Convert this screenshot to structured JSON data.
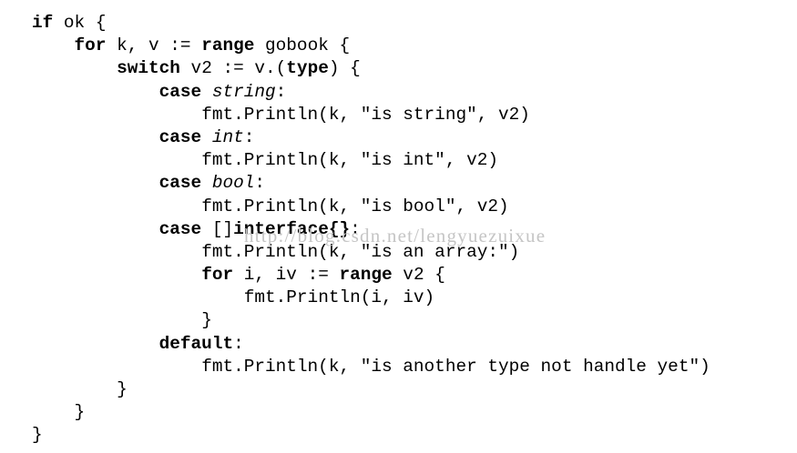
{
  "watermark": {
    "text": "http://blog.csdn.net/lengyuezuixue",
    "color": "#c5c5c5"
  },
  "code": {
    "language": "go",
    "colors": {
      "text": "#000000",
      "background": "#ffffff"
    },
    "lines": [
      {
        "indent": 0,
        "segments": [
          {
            "t": "if",
            "s": "b"
          },
          {
            "t": " ok {",
            "s": ""
          }
        ]
      },
      {
        "indent": 4,
        "segments": [
          {
            "t": "for",
            "s": "b"
          },
          {
            "t": " k, v := ",
            "s": ""
          },
          {
            "t": "range",
            "s": "b"
          },
          {
            "t": " gobook {",
            "s": ""
          }
        ]
      },
      {
        "indent": 8,
        "segments": [
          {
            "t": "switch",
            "s": "b"
          },
          {
            "t": " v2 := v.(",
            "s": ""
          },
          {
            "t": "type",
            "s": "b"
          },
          {
            "t": ") {",
            "s": ""
          }
        ]
      },
      {
        "indent": 12,
        "segments": [
          {
            "t": "case",
            "s": "b"
          },
          {
            "t": " ",
            "s": ""
          },
          {
            "t": "string",
            "s": "i"
          },
          {
            "t": ":",
            "s": ""
          }
        ]
      },
      {
        "indent": 16,
        "segments": [
          {
            "t": "fmt.Println(k, \"is string\", v2)",
            "s": ""
          }
        ]
      },
      {
        "indent": 12,
        "segments": [
          {
            "t": "case",
            "s": "b"
          },
          {
            "t": " ",
            "s": ""
          },
          {
            "t": "int",
            "s": "i"
          },
          {
            "t": ":",
            "s": ""
          }
        ]
      },
      {
        "indent": 16,
        "segments": [
          {
            "t": "fmt.Println(k, \"is int\", v2)",
            "s": ""
          }
        ]
      },
      {
        "indent": 12,
        "segments": [
          {
            "t": "case",
            "s": "b"
          },
          {
            "t": " ",
            "s": ""
          },
          {
            "t": "bool",
            "s": "i"
          },
          {
            "t": ":",
            "s": ""
          }
        ]
      },
      {
        "indent": 16,
        "segments": [
          {
            "t": "fmt.Println(k, \"is bool\", v2)",
            "s": ""
          }
        ]
      },
      {
        "indent": 12,
        "segments": [
          {
            "t": "case",
            "s": "b"
          },
          {
            "t": " []",
            "s": ""
          },
          {
            "t": "interface{}",
            "s": "b"
          },
          {
            "t": ":",
            "s": ""
          }
        ]
      },
      {
        "indent": 16,
        "segments": [
          {
            "t": "fmt.Println(k, \"is an array:\")",
            "s": ""
          }
        ]
      },
      {
        "indent": 16,
        "segments": [
          {
            "t": "for",
            "s": "b"
          },
          {
            "t": " i, iv := ",
            "s": ""
          },
          {
            "t": "range",
            "s": "b"
          },
          {
            "t": " v2 {",
            "s": ""
          }
        ]
      },
      {
        "indent": 20,
        "segments": [
          {
            "t": "fmt.Println(i, iv)",
            "s": ""
          }
        ]
      },
      {
        "indent": 16,
        "segments": [
          {
            "t": "}",
            "s": ""
          }
        ]
      },
      {
        "indent": 12,
        "segments": [
          {
            "t": "default",
            "s": "b"
          },
          {
            "t": ":",
            "s": ""
          }
        ]
      },
      {
        "indent": 16,
        "segments": [
          {
            "t": "fmt.Println(k, \"is another type not handle yet\")",
            "s": ""
          }
        ]
      },
      {
        "indent": 8,
        "segments": [
          {
            "t": "}",
            "s": ""
          }
        ]
      },
      {
        "indent": 4,
        "segments": [
          {
            "t": "}",
            "s": ""
          }
        ]
      },
      {
        "indent": 0,
        "segments": [
          {
            "t": "}",
            "s": ""
          }
        ]
      }
    ]
  }
}
